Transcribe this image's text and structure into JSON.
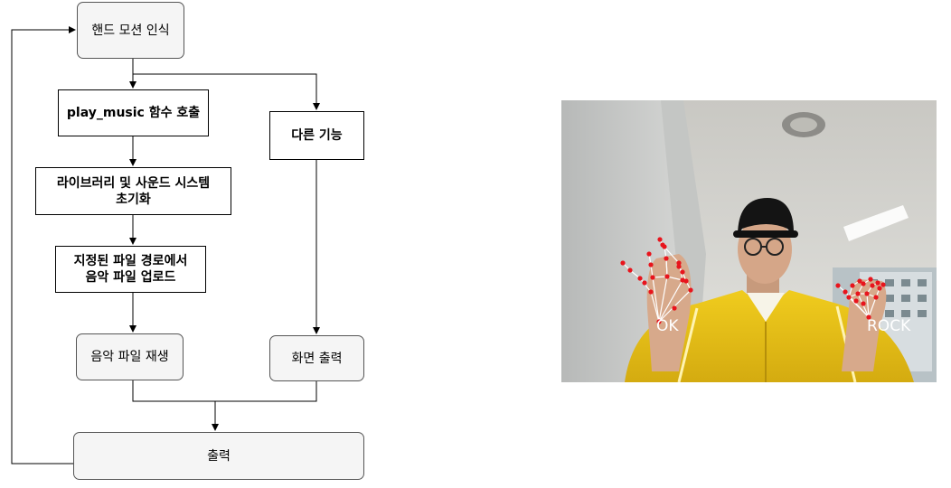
{
  "flowchart": {
    "nodes": {
      "hand_motion": "핸드 모션 인식",
      "play_music": "play_music 함수 호출",
      "other_function": "다른 기능",
      "init_library": "라이브러리 및 사운드 시스템\n초기화",
      "upload_music": "지정된 파일 경로에서\n음악 파일 업로드",
      "play_file": "음악 파일 재생",
      "screen_output": "화면 출력",
      "output": "출력"
    }
  },
  "photo": {
    "gesture_left": "OK",
    "gesture_right": "ROCK",
    "colors": {
      "landmark": "#e8141c",
      "skeleton": "#ffffff",
      "jacket": "#e6c21a"
    }
  }
}
